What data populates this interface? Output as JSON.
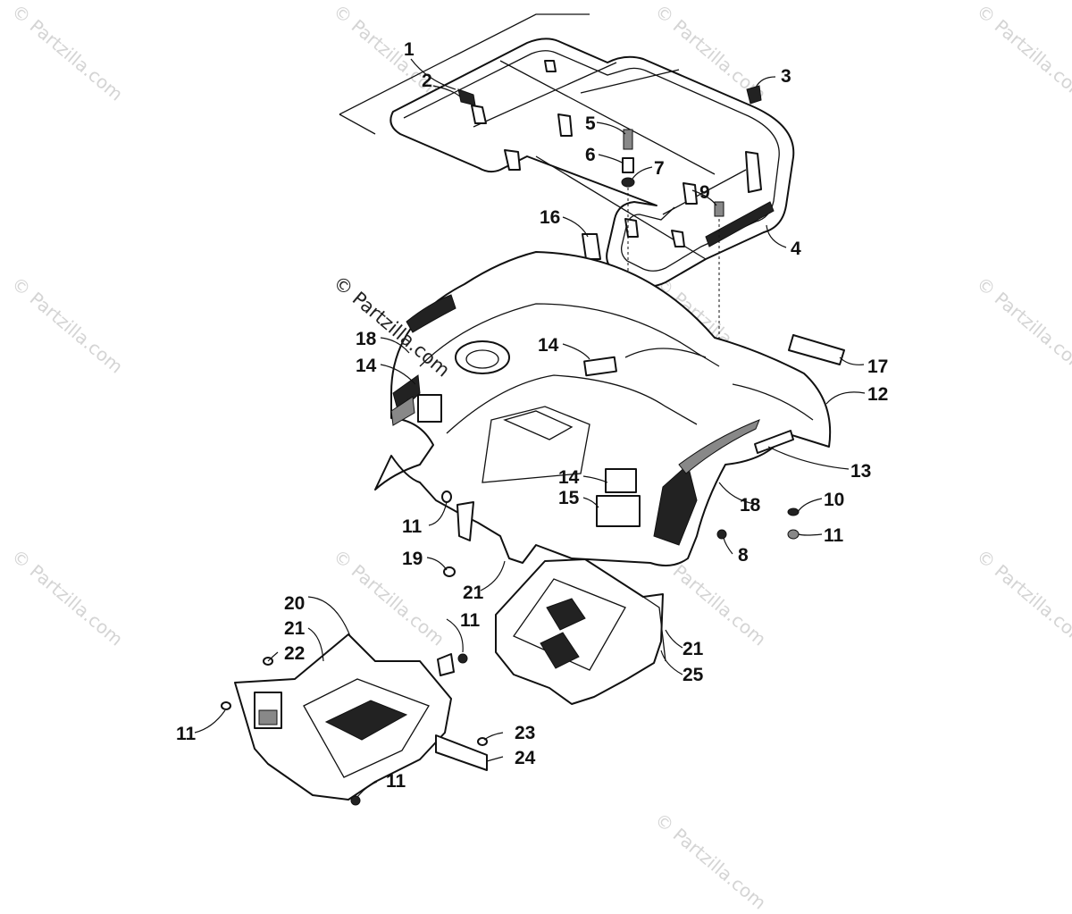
{
  "watermarks": {
    "tiles": [
      "© Partzilla.com",
      "© Partzilla.com",
      "© Partzilla.com",
      "© Partzilla.com",
      "© Partzilla.com",
      "© Partzilla.com",
      "© Partzilla.com",
      "© Partzilla.com",
      "© Partzilla.com",
      "© Partzilla.com",
      "© Partzilla.com",
      "© Partzilla.com"
    ],
    "center": "© Partzilla.com"
  },
  "callouts": {
    "c1": "1",
    "c2": "2",
    "c3": "3",
    "c4": "4",
    "c5": "5",
    "c6": "6",
    "c7": "7",
    "c8": "8",
    "c9": "9",
    "c10": "10",
    "c11a": "11",
    "c11b": "11",
    "c11c": "11",
    "c11d": "11",
    "c11e": "11",
    "c12": "12",
    "c13": "13",
    "c14a": "14",
    "c14b": "14",
    "c14c": "14",
    "c15": "15",
    "c16": "16",
    "c17": "17",
    "c18a": "18",
    "c18b": "18",
    "c19": "19",
    "c20": "20",
    "c21a": "21",
    "c21b": "21",
    "c21c": "21",
    "c22": "22",
    "c23": "23",
    "c24": "24",
    "c25": "25"
  },
  "colors": {
    "line": "#111111",
    "watermark": "#d4d4d4",
    "background": "#ffffff"
  }
}
